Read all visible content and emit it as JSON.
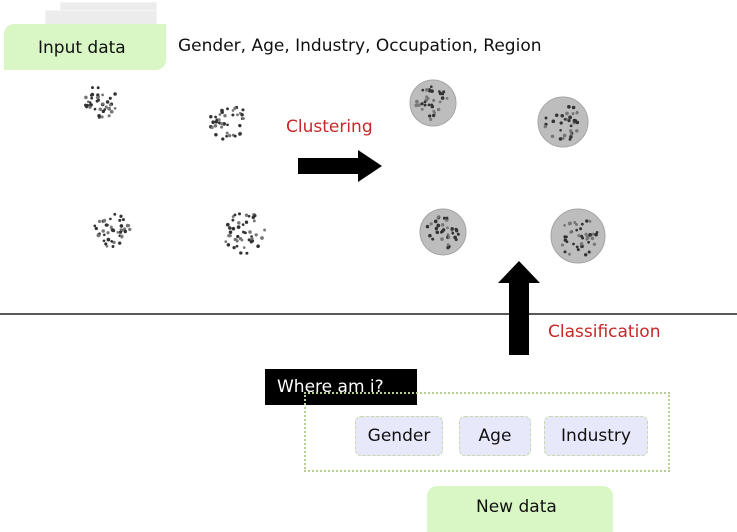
{
  "input": {
    "title": "Input data",
    "attributes": "Gender, Age, Industry, Occupation,  Region"
  },
  "steps": {
    "clustering": "Clustering",
    "classification": "Classification"
  },
  "query": {
    "question": "Where am i?",
    "features": [
      "Gender",
      "Age",
      "Industry"
    ],
    "title": "New data"
  },
  "colors": {
    "note_green": "#d9f7c4",
    "step_red": "#c62828",
    "cluster_fill": "#bdbdbd",
    "feature_chip": "#e8e8fb"
  }
}
